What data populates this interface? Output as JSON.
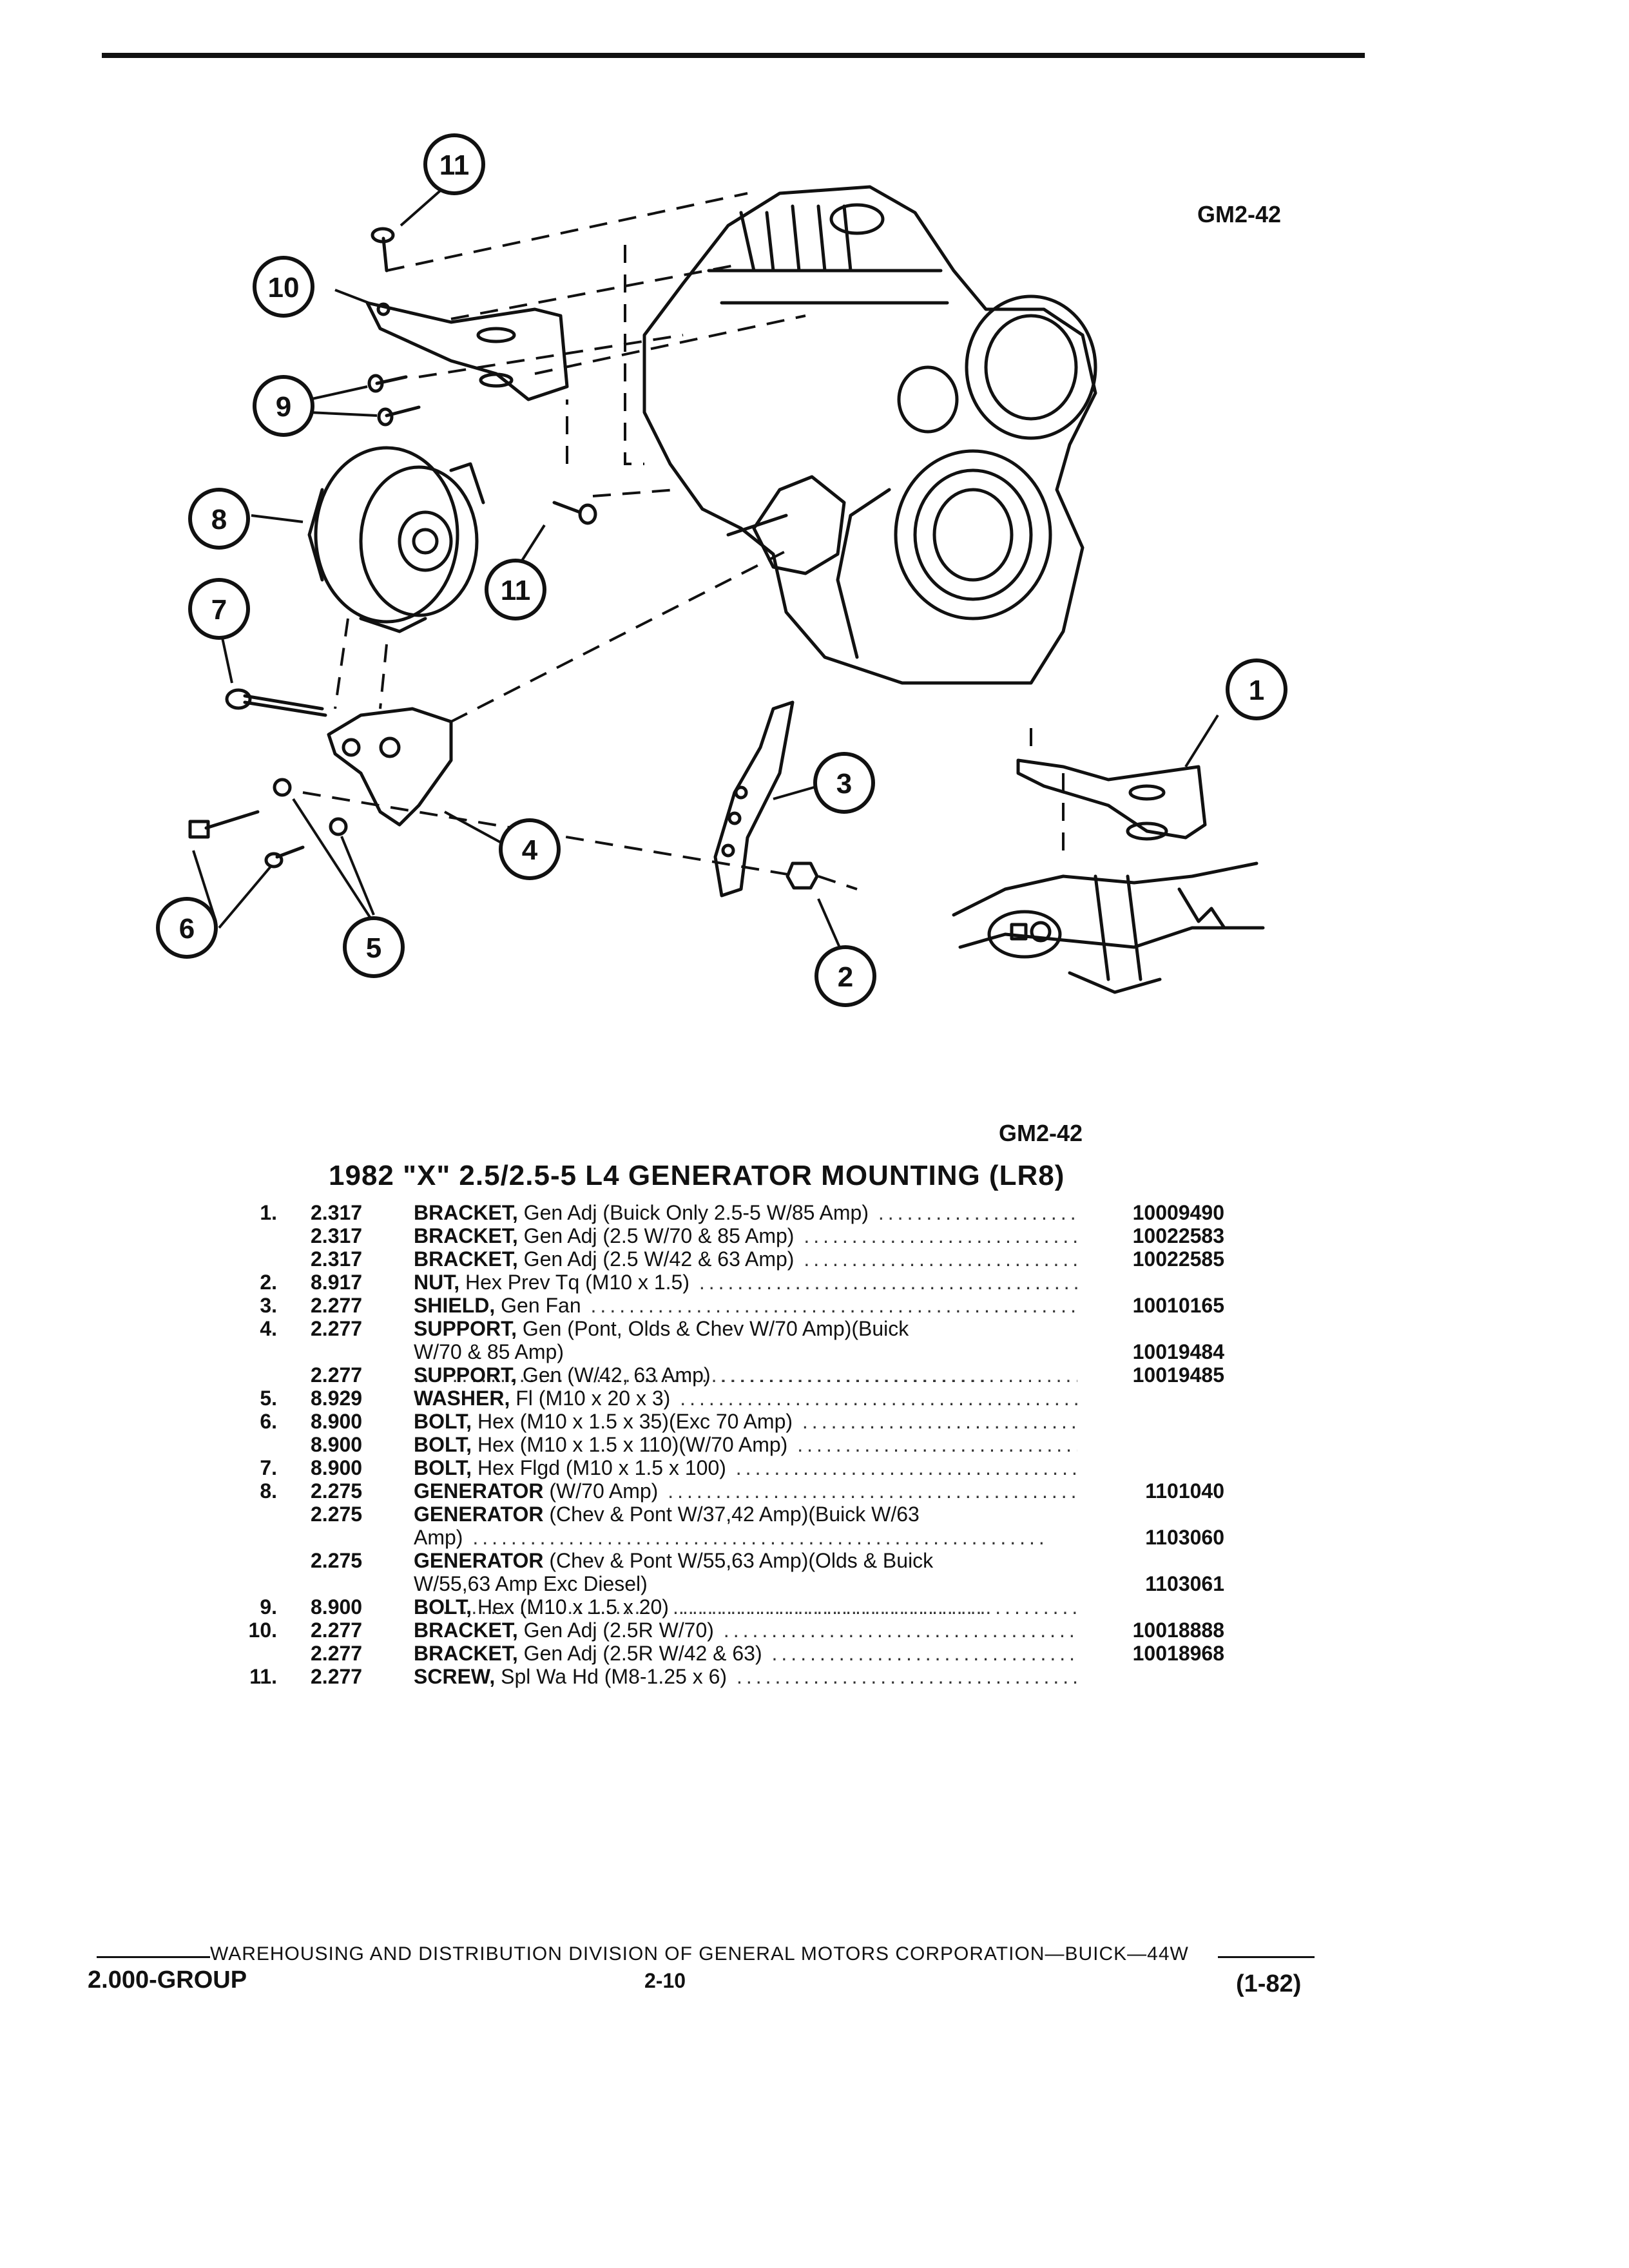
{
  "figure": {
    "code_top": "GM2-42",
    "code_bottom": "GM2-42",
    "callouts": [
      "1",
      "2",
      "3",
      "4",
      "5",
      "6",
      "7",
      "8",
      "9",
      "10",
      "11",
      "11"
    ]
  },
  "heading": "1982 \"X\" 2.5/2.5-5 L4 GENERATOR MOUNTING (LR8)",
  "parts": [
    {
      "num": "1.",
      "grp": "2.317",
      "name": "BRACKET,",
      "rest": "Gen Adj (Buick Only 2.5-5 W/85 Amp)",
      "pn": "10009490"
    },
    {
      "num": "",
      "grp": "2.317",
      "name": "BRACKET,",
      "rest": "Gen Adj (2.5 W/70 & 85 Amp)",
      "pn": "10022583"
    },
    {
      "num": "",
      "grp": "2.317",
      "name": "BRACKET,",
      "rest": "Gen Adj (2.5 W/42 & 63 Amp)",
      "pn": "10022585"
    },
    {
      "num": "2.",
      "grp": "8.917",
      "name": "NUT,",
      "rest": "Hex Prev Tq (M10 x 1.5)",
      "pn": ""
    },
    {
      "num": "3.",
      "grp": "2.277",
      "name": "SHIELD,",
      "rest": "Gen Fan",
      "pn": "10010165"
    },
    {
      "num": "4.",
      "grp": "2.277",
      "name": "SUPPORT,",
      "rest": "Gen (Pont, Olds & Chev W/70 Amp)(Buick",
      "rest2": "W/70 & 85 Amp)",
      "pn": "10019484"
    },
    {
      "num": "",
      "grp": "2.277",
      "name": "SUPPORT,",
      "rest": "Gen (W/42, 63 Amp)",
      "pn": "10019485"
    },
    {
      "num": "5.",
      "grp": "8.929",
      "name": "WASHER,",
      "rest": "Fl (M10 x 20 x 3)",
      "pn": ""
    },
    {
      "num": "6.",
      "grp": "8.900",
      "name": "BOLT,",
      "rest": "Hex (M10 x 1.5 x 35)(Exc 70 Amp)",
      "pn": ""
    },
    {
      "num": "",
      "grp": "8.900",
      "name": "BOLT,",
      "rest": "Hex (M10 x 1.5 x 110)(W/70 Amp)",
      "pn": ""
    },
    {
      "num": "7.",
      "grp": "8.900",
      "name": "BOLT,",
      "rest": "Hex Flgd (M10 x 1.5 x 100)",
      "pn": ""
    },
    {
      "num": "8.",
      "grp": "2.275",
      "name": "GENERATOR",
      "rest": "(W/70 Amp)",
      "pn": "1101040"
    },
    {
      "num": "",
      "grp": "2.275",
      "name": "GENERATOR",
      "rest": "(Chev & Pont W/37,42 Amp)(Buick W/63",
      "rest2": "Amp)",
      "pn": "1103060"
    },
    {
      "num": "",
      "grp": "2.275",
      "name": "GENERATOR",
      "rest": "(Chev & Pont W/55,63 Amp)(Olds & Buick",
      "rest2": "W/55,63 Amp Exc Diesel)",
      "pn": "1103061"
    },
    {
      "num": "9.",
      "grp": "8.900",
      "name": "BOLT,",
      "rest": "Hex (M10 x 1.5 x 20)",
      "pn": ""
    },
    {
      "num": "10.",
      "grp": "2.277",
      "name": "BRACKET,",
      "rest": "Gen Adj (2.5R W/70)",
      "pn": "10018888"
    },
    {
      "num": "",
      "grp": "2.277",
      "name": "BRACKET,",
      "rest": "Gen Adj (2.5R W/42 & 63)",
      "pn": "10018968"
    },
    {
      "num": "11.",
      "grp": "2.277",
      "name": "SCREW,",
      "rest": "Spl Wa Hd (M8-1.25 x 6)",
      "pn": ""
    }
  ],
  "footer": {
    "center": "WAREHOUSING AND DISTRIBUTION DIVISION OF GENERAL MOTORS CORPORATION—BUICK—44W",
    "group": "2.000-GROUP",
    "page": "2-10",
    "date": "(1-82)"
  }
}
